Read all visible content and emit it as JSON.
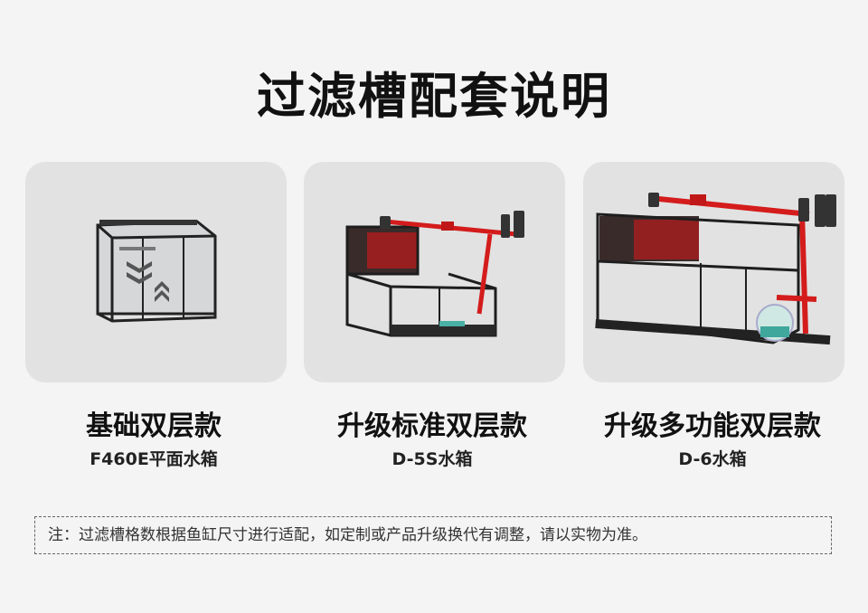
{
  "header": {
    "title": "过滤槽配套说明"
  },
  "products": [
    {
      "name": "基础双层款",
      "model": "F460E平面水箱"
    },
    {
      "name": "升级标准双层款",
      "model": "D-5S水箱"
    },
    {
      "name": "升级多功能双层款",
      "model": "D-6水箱"
    }
  ],
  "note": {
    "text": "注：过滤槽格数根据鱼缸尺寸进行适配，如定制或产品升级换代有调整，请以实物为准。"
  }
}
